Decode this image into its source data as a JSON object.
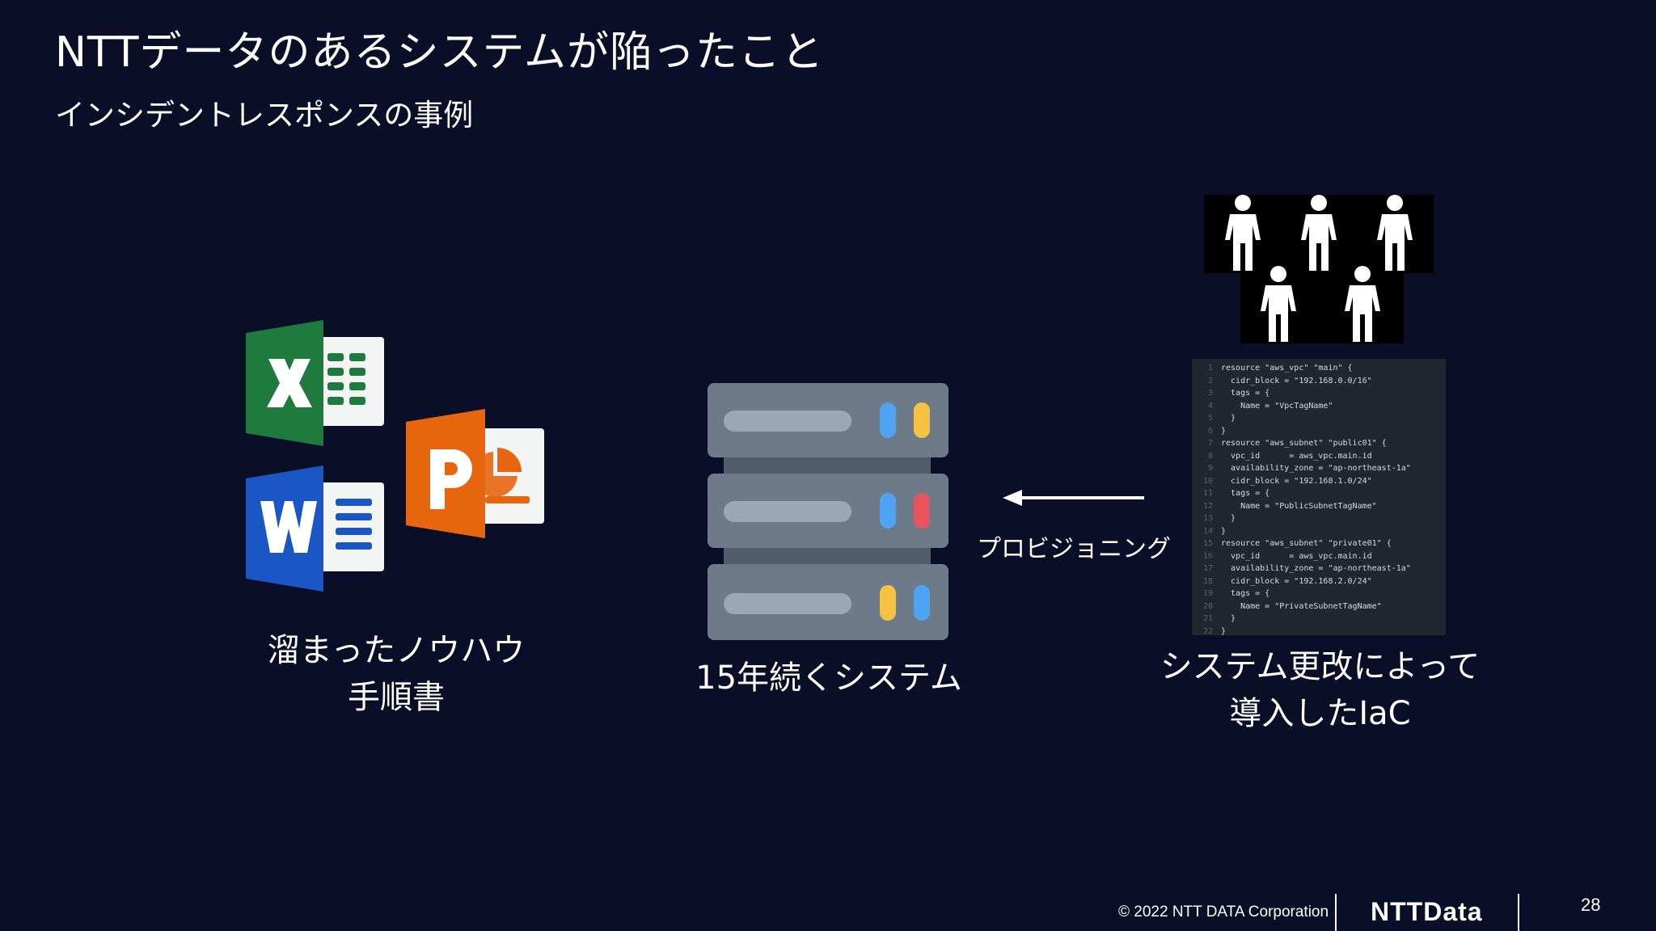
{
  "slide": {
    "title": "NTTデータのあるシステムが陥ったこと",
    "subtitle": "インシデントレスポンスの事例"
  },
  "left": {
    "caption_line1": "溜まったノウハウ",
    "caption_line2": "手順書"
  },
  "center": {
    "caption": "15年続くシステム"
  },
  "arrow": {
    "label": "プロビジョニング"
  },
  "right": {
    "caption_line1": "システム更改によって",
    "caption_line2": "導入したIaC",
    "code_lines": [
      {
        "n": "1",
        "t": "resource \"aws_vpc\" \"main\" {"
      },
      {
        "n": "2",
        "t": "  cidr_block = \"192.168.0.0/16\""
      },
      {
        "n": "3",
        "t": "  tags = {"
      },
      {
        "n": "4",
        "t": "    Name = \"VpcTagName\""
      },
      {
        "n": "5",
        "t": "  }"
      },
      {
        "n": "6",
        "t": "}"
      },
      {
        "n": "7",
        "t": "resource \"aws_subnet\" \"public01\" {"
      },
      {
        "n": "8",
        "t": "  vpc_id      = aws_vpc.main.id"
      },
      {
        "n": "9",
        "t": "  availability_zone = \"ap-northeast-1a\""
      },
      {
        "n": "10",
        "t": "  cidr_block = \"192.168.1.0/24\""
      },
      {
        "n": "11",
        "t": "  tags = {"
      },
      {
        "n": "12",
        "t": "    Name = \"PublicSubnetTagName\""
      },
      {
        "n": "13",
        "t": "  }"
      },
      {
        "n": "14",
        "t": "}"
      },
      {
        "n": "15",
        "t": "resource \"aws_subnet\" \"private01\" {"
      },
      {
        "n": "16",
        "t": "  vpc_id      = aws_vpc.main.id"
      },
      {
        "n": "17",
        "t": "  availability_zone = \"ap-northeast-1a\""
      },
      {
        "n": "18",
        "t": "  cidr_block = \"192.168.2.0/24\""
      },
      {
        "n": "19",
        "t": "  tags = {"
      },
      {
        "n": "20",
        "t": "    Name = \"PrivateSubnetTagName\""
      },
      {
        "n": "21",
        "t": "  }"
      },
      {
        "n": "22",
        "t": "}"
      }
    ]
  },
  "footer": {
    "copyright": "© 2022 NTT DATA Corporation",
    "logo": "NTTData",
    "page_number": "28"
  },
  "icons": {
    "excel": "excel-icon",
    "word": "word-icon",
    "powerpoint": "powerpoint-icon",
    "server": "server-stack-icon",
    "people": "people-icon",
    "arrow": "arrow-left-icon"
  },
  "colors": {
    "background": "#0a0e26",
    "excel": "#1f7a3e",
    "word": "#1a56c4",
    "powerpoint": "#e8650f",
    "server": "#6c7a89"
  }
}
